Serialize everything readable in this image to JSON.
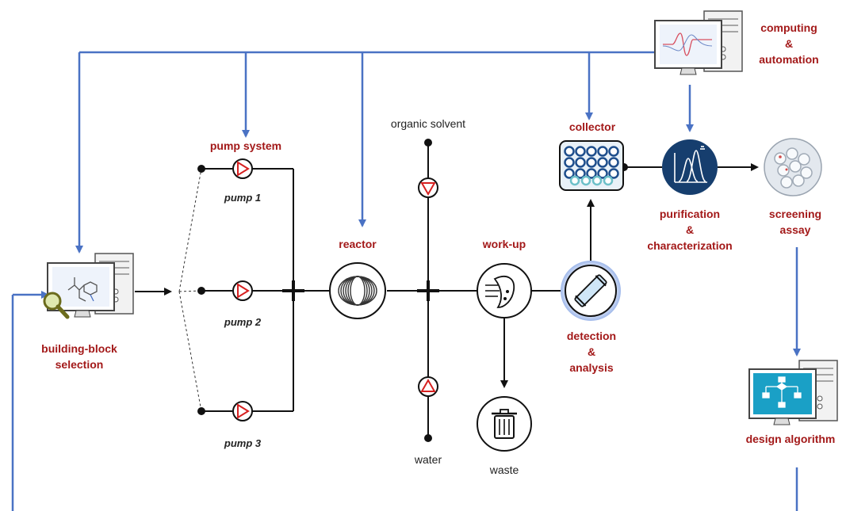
{
  "labels": {
    "computing": "computing",
    "computing_amp": "&",
    "automation": "automation",
    "collector": "collector",
    "pump_system": "pump system",
    "pump1": "pump 1",
    "pump2": "pump 2",
    "pump3": "pump 3",
    "organic_solvent": "organic solvent",
    "water": "water",
    "reactor": "reactor",
    "workup": "work-up",
    "waste": "waste",
    "detection": "detection",
    "detection_amp": "&",
    "analysis": "analysis",
    "purification": "purification",
    "purification_amp": "&",
    "characterization": "characterization",
    "screening": "screening",
    "assay": "assay",
    "building_block": "building-block",
    "selection": "selection",
    "design_algorithm": "design algorithm"
  },
  "colors": {
    "flow_blue": "#4a72c4",
    "label_red": "#a31919",
    "pump_red": "#d62020",
    "line_black": "#111111",
    "collector_blue": "#1e4e8c",
    "purification_navy": "#163e6e"
  }
}
